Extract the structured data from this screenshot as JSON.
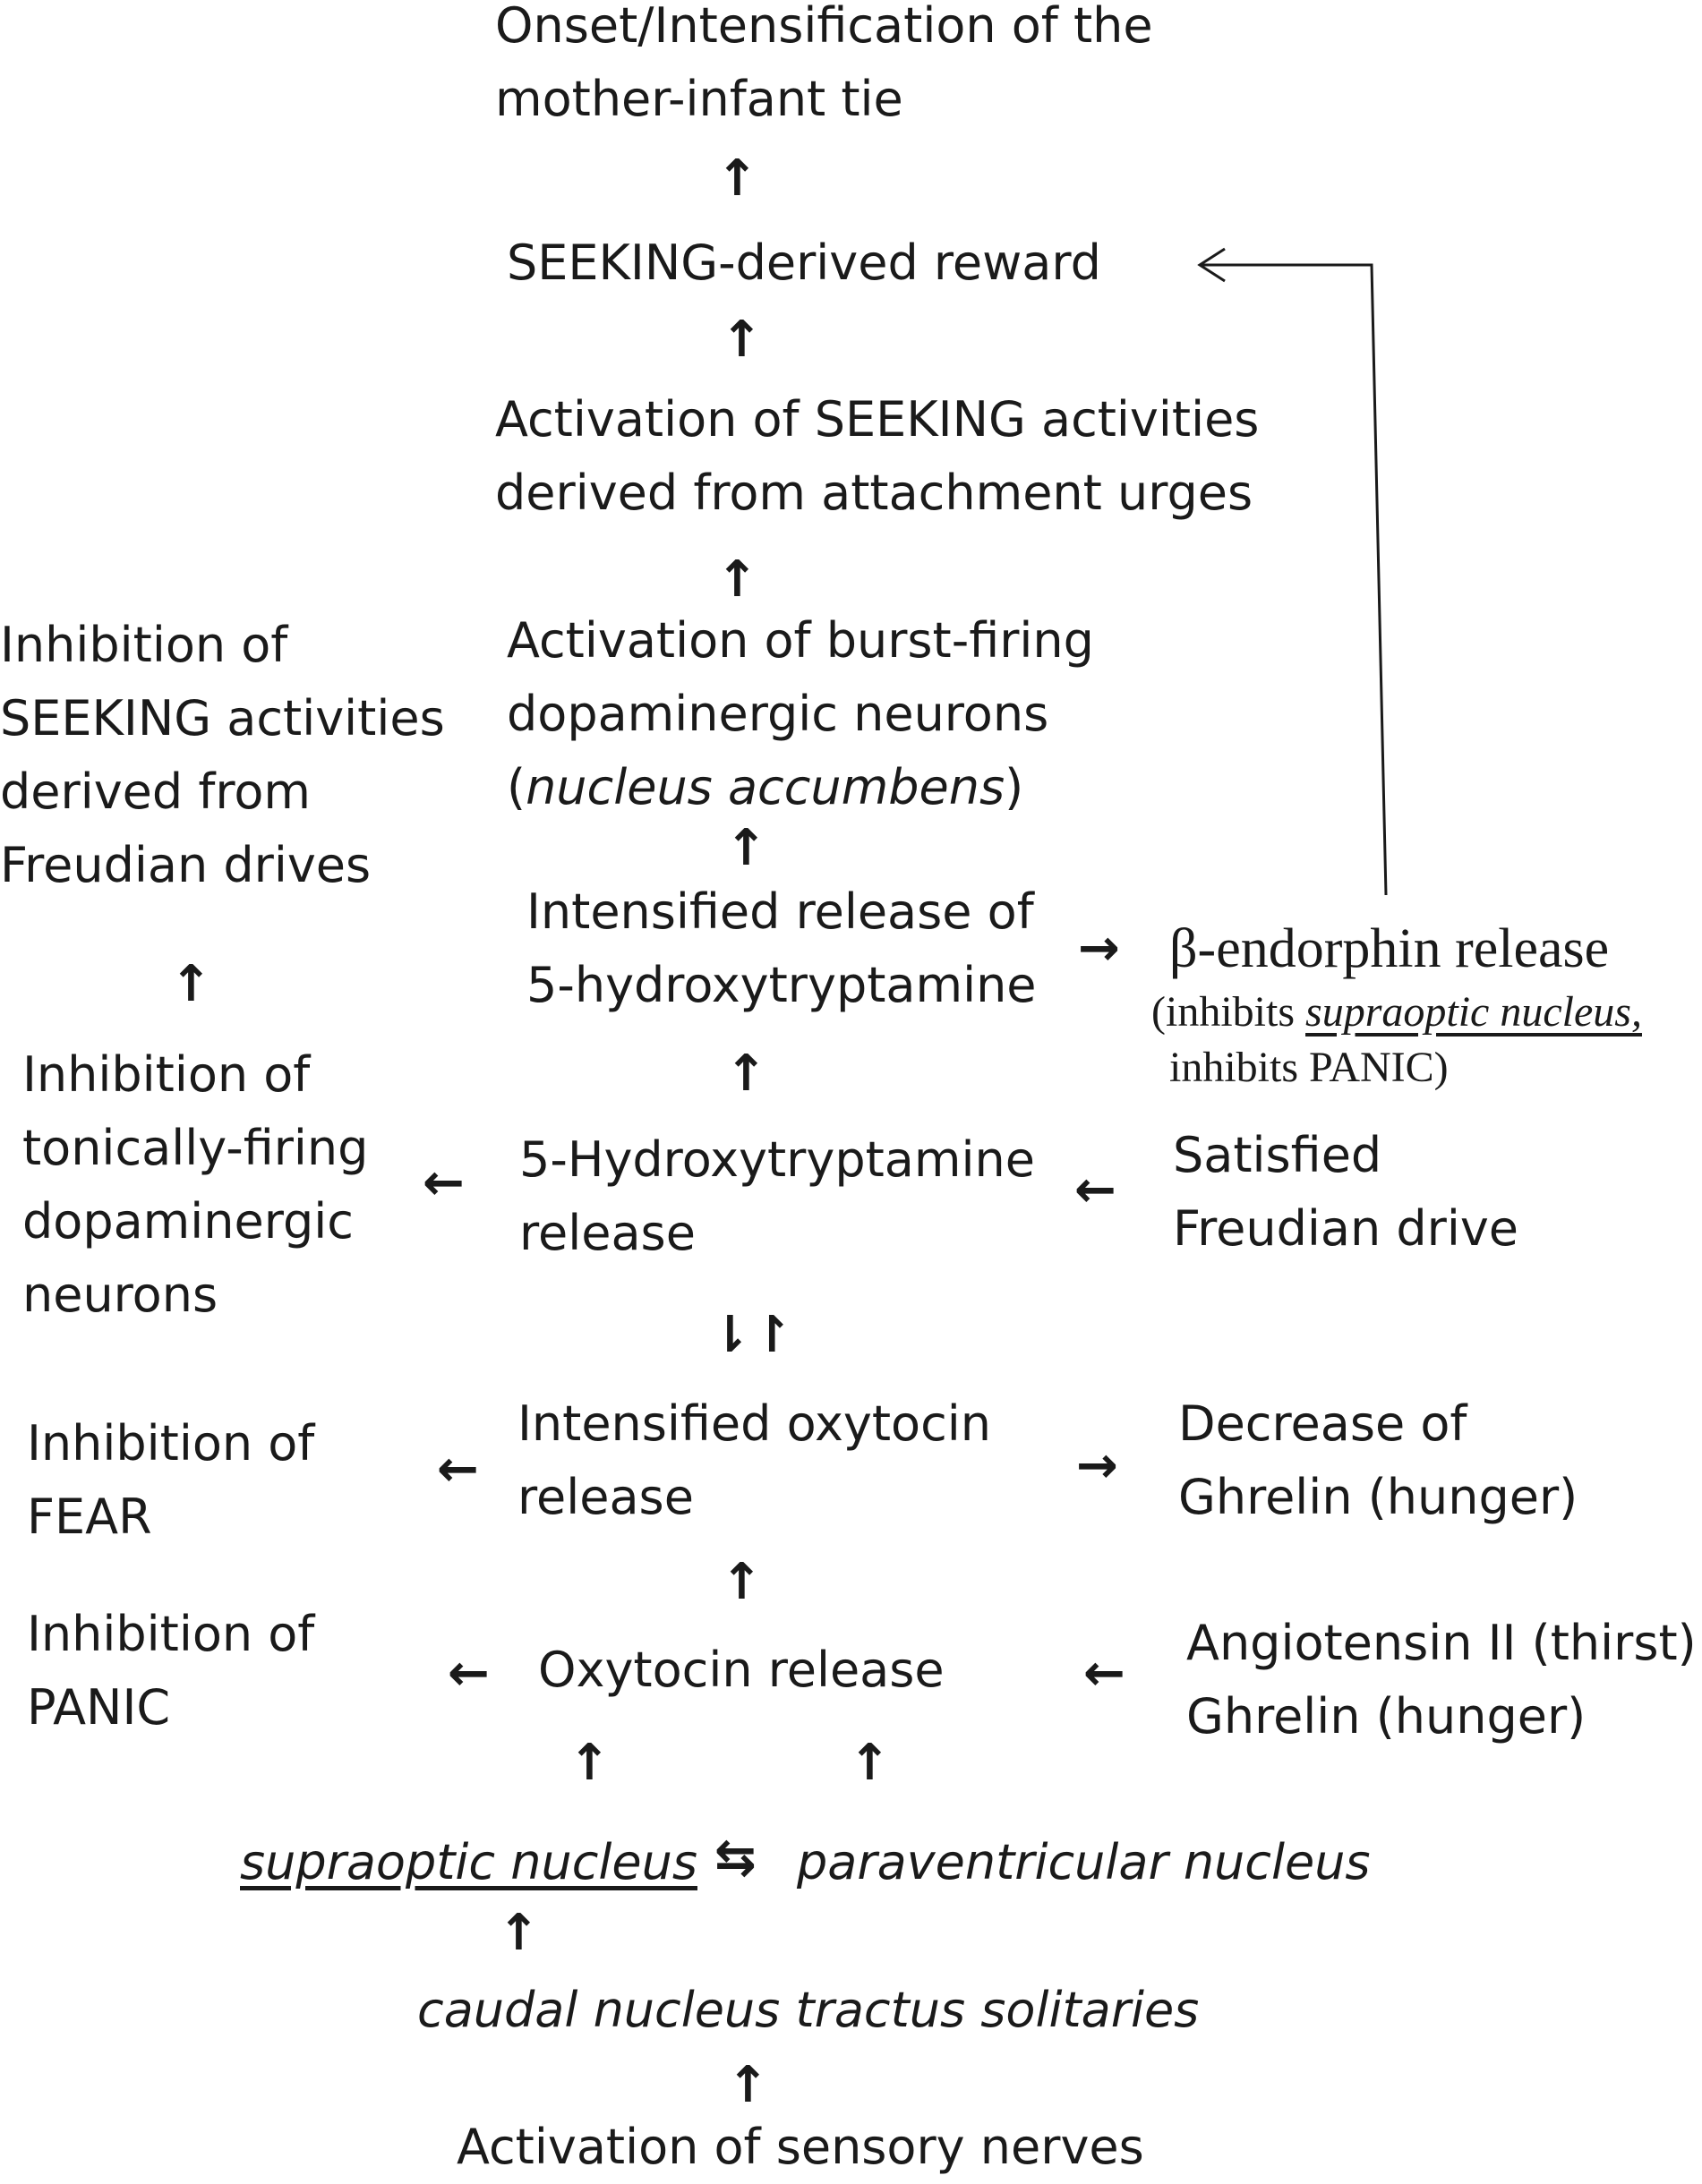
{
  "nodes": {
    "onset": [
      "Onset/Intensification of the",
      "mother-infant tie"
    ],
    "seeking_reward": "SEEKING-derived reward",
    "activation_seeking": [
      "Activation of SEEKING activities",
      "derived from attachment urges"
    ],
    "burst_firing": {
      "line1": "Activation of burst-firing",
      "line2": "dopaminergic neurons",
      "open": "(",
      "italic": "nucleus accumbens",
      "close": ")"
    },
    "intensified_5ht": [
      "Intensified release of",
      "5-hydroxytryptamine"
    ],
    "beta_endorphin": {
      "title": "β-endorphin release",
      "note_open": "(inhibits ",
      "note_underlined": "supraoptic nucleus,",
      "note_line2": "inhibits PANIC)"
    },
    "inhibition_seeking": [
      "Inhibition of",
      "SEEKING activities",
      "derived from",
      "Freudian drives"
    ],
    "inhibition_tonic": [
      "Inhibition of",
      "tonically-firing",
      "dopaminergic",
      "neurons"
    ],
    "ht_release": [
      "5-Hydroxytryptamine",
      "release"
    ],
    "satisfied": [
      "Satisfied",
      "Freudian drive"
    ],
    "inhibition_fear": [
      "Inhibition of",
      "FEAR"
    ],
    "intensified_oxytocin": [
      "Intensified oxytocin",
      "release"
    ],
    "decrease_ghrelin": [
      "Decrease of",
      "Ghrelin (hunger)"
    ],
    "inhibition_panic": [
      "Inhibition of",
      "PANIC"
    ],
    "oxytocin_release": "Oxytocin release",
    "angiotensin": [
      "Angiotensin II (thirst)",
      "Ghrelin (hunger)"
    ],
    "supraoptic": "supraoptic nucleus",
    "paraventricular_1": "paraventricular",
    "paraventricular_2": "nucleus",
    "caudal_1": "caudal",
    "caudal_2": "nucleus tractus solitaries",
    "sensory": "Activation of sensory nerves"
  },
  "arrows": {
    "up": "↑",
    "left": "←",
    "right": "→",
    "down_up": "⇂↾",
    "exchange": "⇆"
  }
}
